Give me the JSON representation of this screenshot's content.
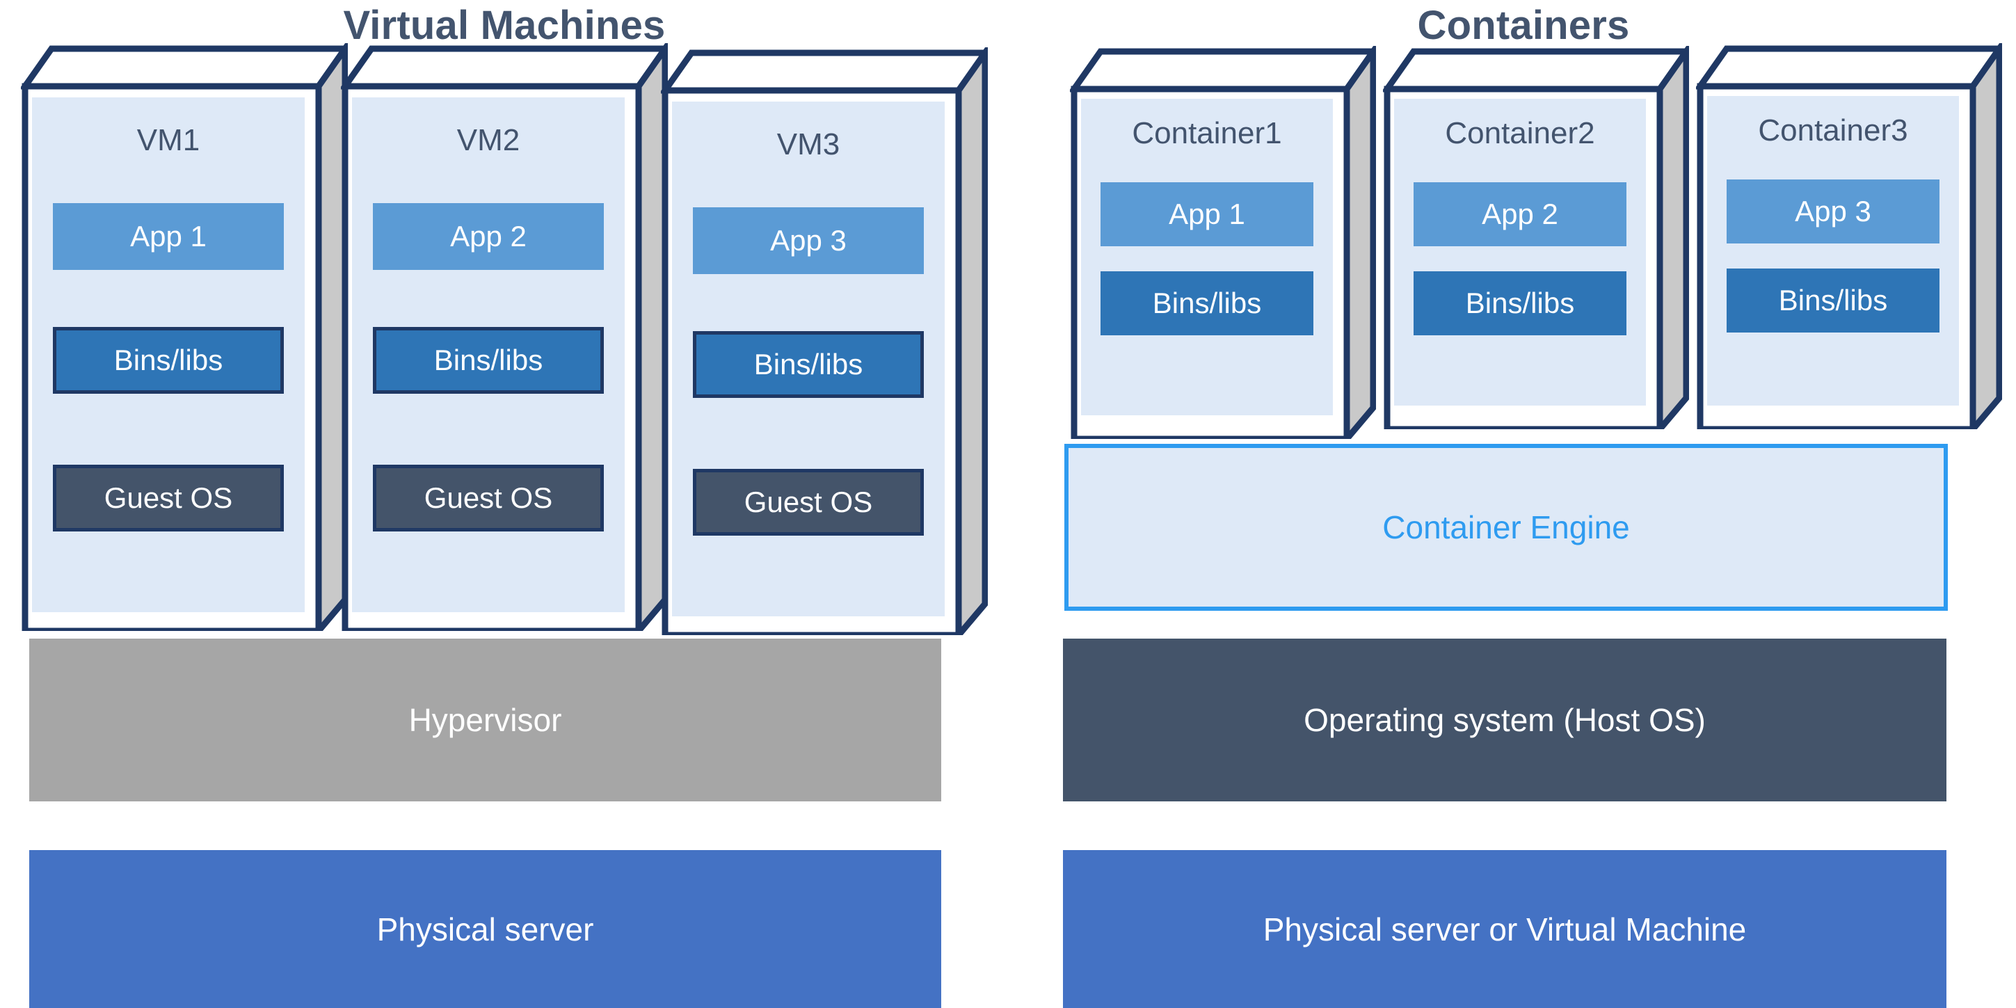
{
  "diagram": {
    "title_left": "Virtual Machines",
    "title_right": "Containers"
  },
  "virtual_machines": {
    "title": "Virtual Machines",
    "stacks": [
      {
        "name": "VM1",
        "app": "App 1",
        "bins": "Bins/libs",
        "guest_os": "Guest OS"
      },
      {
        "name": "VM2",
        "app": "App 2",
        "bins": "Bins/libs",
        "guest_os": "Guest OS"
      },
      {
        "name": "VM3",
        "app": "App 3",
        "bins": "Bins/libs",
        "guest_os": "Guest OS"
      }
    ],
    "hypervisor": "Hypervisor",
    "physical": "Physical server"
  },
  "containers": {
    "title": "Containers",
    "stacks": [
      {
        "name": "Container1",
        "app": "App 1",
        "bins": "Bins/libs"
      },
      {
        "name": "Container2",
        "app": "App 2",
        "bins": "Bins/libs"
      },
      {
        "name": "Container3",
        "app": "App 3",
        "bins": "Bins/libs"
      }
    ],
    "engine": "Container Engine",
    "host_os": "Operating system (Host OS)",
    "physical": "Physical server or Virtual Machine"
  },
  "colors": {
    "box_border_navy": "#1F3864",
    "box_inner_lightblue": "#DEE9F7",
    "app_blue": "#5B9BD5",
    "bins_blue": "#2E75B6",
    "guest_os_slate": "#44546A",
    "hypervisor_gray": "#A6A6A6",
    "host_os_slate": "#44546A",
    "physical_blue": "#4472C4",
    "engine_accent": "#2E9BF0",
    "title_text": "#43546E",
    "side_face_gray": "#C9C9C9"
  }
}
